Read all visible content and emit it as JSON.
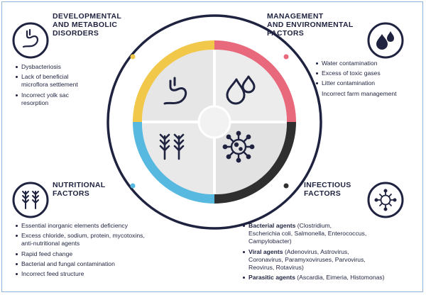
{
  "colors": {
    "navy": "#1f2340",
    "yellow": "#f2c84b",
    "pink": "#e8687c",
    "blue": "#58b9e0",
    "dark": "#2b2b2b",
    "center": "#eeeeee"
  },
  "sections": {
    "developmental": {
      "icon": "stomach-icon",
      "title_lines": [
        "DEVELOPMENTAL",
        "AND METABOLIC",
        "DISORDERS"
      ],
      "items": [
        {
          "lines": [
            "Dysbacteriosis"
          ]
        },
        {
          "lines": [
            "Lack of beneficial",
            "microflora settlement"
          ]
        },
        {
          "lines": [
            "Incorrect yolk sac",
            "resorption"
          ]
        }
      ]
    },
    "management": {
      "icon": "water-drops-icon",
      "title_lines": [
        "MANAGEMENT",
        "AND ENVIRONMENTAL",
        "FACTORS"
      ],
      "items": [
        {
          "lines": [
            "Water contamination"
          ]
        },
        {
          "lines": [
            "Excess of toxic gases"
          ]
        },
        {
          "lines": [
            "Litter contamination"
          ]
        },
        {
          "lines": [
            "Incorrect farm management"
          ]
        }
      ]
    },
    "nutritional": {
      "icon": "wheat-icon",
      "title_lines": [
        "NUTRITIONAL",
        "FACTORS"
      ],
      "items": [
        {
          "lines": [
            "Essential inorganic elements deficiency"
          ]
        },
        {
          "lines": [
            "Excess chloride, sodium, protein, mycotoxins,",
            "anti-nutritional agents"
          ]
        },
        {
          "lines": [
            "Rapid feed change"
          ]
        },
        {
          "lines": [
            "Bacterial and fungal contamination"
          ]
        },
        {
          "lines": [
            "Incorrect feed structure"
          ]
        }
      ]
    },
    "infectious": {
      "icon": "virus-icon",
      "title_lines": [
        "INFECTIOUS",
        "FACTORS"
      ],
      "bacterial": {
        "label": "Bacterial agents",
        "line1": " (Clostridium,",
        "line2": "Escherichia coli,   Salmonella, Enterococcus,",
        "line3": "Campylobacter)"
      },
      "viral": {
        "label": "Viral agents",
        "line1": " (Adenovirus, Astrovirus,",
        "line2": "Coronavirus, Paramyxoviruses, Parvovirus,",
        "line3": "Reovirus, Rotavirus)"
      },
      "parasitic": {
        "label": "Parasitic agents",
        "line1": " (Ascardia, Eimeria, Histomonas)"
      }
    }
  }
}
